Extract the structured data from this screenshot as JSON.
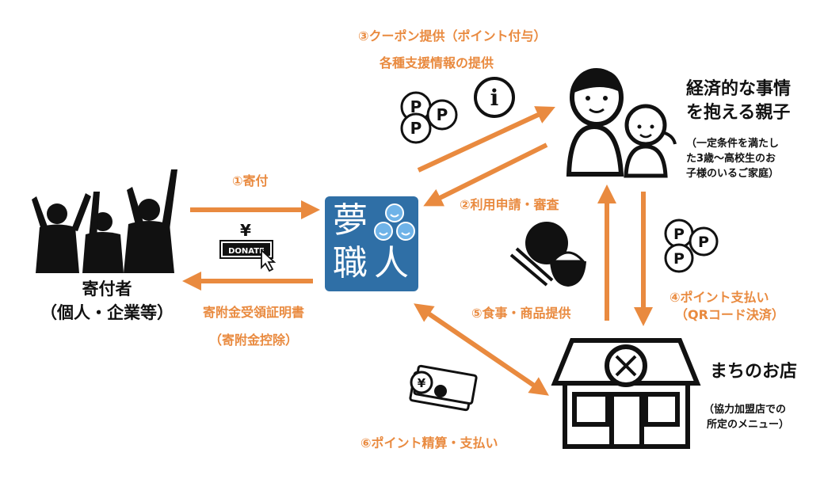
{
  "colors": {
    "accent": "#e98a3f",
    "logo_bg": "#2f6fa6",
    "icon": "#111111"
  },
  "logo": {
    "char1": "夢",
    "char2": "職",
    "char3": "人"
  },
  "donate_icon": {
    "symbol": "¥",
    "text": "DONATE"
  },
  "coupon_icon": {
    "letter": "P"
  },
  "info_icon": {
    "letter": "i"
  },
  "cash_icon": {
    "symbol": "¥"
  },
  "labels": {
    "step1": "①寄付",
    "receipt1": "寄附金受領証明書",
    "receipt2": "（寄附金控除）",
    "step3a": "③クーポン提供（ポイント付与）",
    "step3b": "各種支援情報の提供",
    "step2": "②利用申請・審査",
    "step4a": "④ポイント支払い",
    "step4b": "（QRコード決済）",
    "step5": "⑤食事・商品提供",
    "step6": "⑥ポイント精算・支払い"
  },
  "donor": {
    "line1": "寄付者",
    "line2": "（個人・企業等）"
  },
  "family": {
    "line1": "経済的な事情",
    "line2": "を抱える親子",
    "note1": "（一定条件を満たし",
    "note2": "た3歳～高校生のお",
    "note3": "子様のいるご家庭）"
  },
  "shop": {
    "title": "まちのお店",
    "note1": "（協力加盟店での",
    "note2": "所定のメニュー）"
  }
}
